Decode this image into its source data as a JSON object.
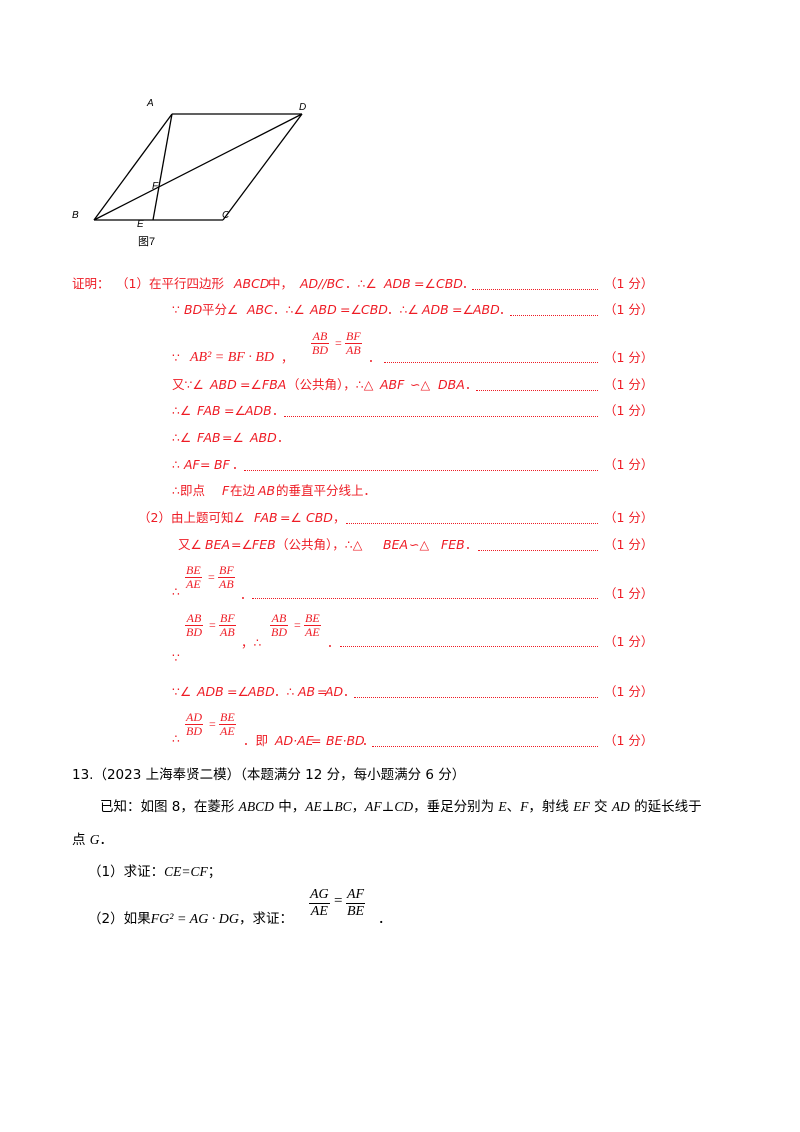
{
  "figure": {
    "labels": {
      "A": "A",
      "D": "D",
      "F": "F",
      "B": "B",
      "E": "E",
      "C": "C"
    },
    "caption": "图7"
  },
  "proof": {
    "label": "证明：",
    "part1_head": "（1）在平行四边形",
    "l1": {
      "t1": "ABCD",
      "t2": " 中，",
      "t3": "AD//BC",
      "t4": "．∴∠",
      "t5": "ADB",
      "t6": "=∠",
      "t7": "CBD",
      "t8": "．"
    },
    "l2": {
      "t1": "∵",
      "t2": "BD",
      "t3": " 平分∠",
      "t4": "ABC",
      "t5": "．∴∠",
      "t6": "ABD",
      "t7": "=∠",
      "t8": "CBD",
      "t9": "．∴∠",
      "t10": "ADB",
      "t11": "=∠",
      "t12": "ABD",
      "t13": "．"
    },
    "l3": {
      "t1": "∵",
      "t2": "AB² = BF · BD",
      "t3": "，",
      "fn": "AB",
      "fd": "BD",
      "eq": "=",
      "gn": "BF",
      "gd": "AB",
      "t4": "．"
    },
    "l4": {
      "t1": "又∵∠",
      "t2": "ABD",
      "t3": "=∠",
      "t4": "FBA",
      "t5": "（公共角），∴△",
      "t6": "ABF",
      "t7": "∽△",
      "t8": "DBA",
      "t9": "．"
    },
    "l5": {
      "t1": "∴∠",
      "t2": "FAB",
      "t3": "=∠",
      "t4": "ADB",
      "t5": "．"
    },
    "l6": {
      "t1": "∴∠",
      "t2": "FAB",
      "t3": " =∠",
      "t4": "ABD",
      "t5": "．"
    },
    "l7": {
      "t1": "∴",
      "t2": "AF",
      "t3": " =",
      "t4": "BF",
      "t5": "．"
    },
    "l8": {
      "t1": "∴即点 ",
      "t2": "F",
      "t3": " 在边 ",
      "t4": "AB",
      "t5": " 的垂直平分线上．"
    },
    "l9": {
      "t1": "（2）由上题可知∠",
      "t2": "FAB",
      "t3": " =∠",
      "t4": "CBD",
      "t5": "，"
    },
    "l10": {
      "t1": "又∠",
      "t2": "BEA",
      "t3": "=∠",
      "t4": "FEB",
      "t5": "（公共角），∴△",
      "t6": "BEA",
      "t7": " ∽△",
      "t8": "FEB",
      "t9": "．"
    },
    "l11": {
      "t1": "∴",
      "fn": "BE",
      "fd": "AE",
      "eq": "=",
      "gn": "BF",
      "gd": "AB",
      "t2": "．"
    },
    "l12": {
      "t1": "∵",
      "fn": "AB",
      "fd": "BD",
      "eq": "=",
      "gn": "BF",
      "gd": "AB",
      "t2": "，∴",
      "hn": "AB",
      "hd": "BD",
      "eq2": "=",
      "in": "BE",
      "id": "AE",
      "t3": "．"
    },
    "l13": {
      "t1": "∵∠",
      "t2": "ADB",
      "t3": "=∠",
      "t4": "ABD",
      "t5": "．∴",
      "t6": "AB",
      "t7": "=",
      "t8": "AD",
      "t9": "．"
    },
    "l14": {
      "t1": "∴",
      "fn": "AD",
      "fd": "BD",
      "eq": "=",
      "gn": "BE",
      "gd": "AE",
      "t2": "．即 ",
      "t3": "AD·AE",
      "t4": " = ",
      "t5": "BE·BD",
      "t6": "．"
    },
    "score": "（1 分）"
  },
  "question": {
    "head": "13.（2023 上海奉贤二模）（本题满分 12 分，每小题满分 6 分）",
    "p1a": "已知：如图 8，在菱形 ",
    "p1b": "ABCD",
    "p1c": " 中，",
    "p1d": "AE⊥BC",
    "p1e": "，",
    "p1f": "AF⊥CD",
    "p1g": "，垂足分别为 ",
    "p1h": "E",
    "p1i": "、",
    "p1j": "F",
    "p1k": "，射线 ",
    "p1l": "EF",
    "p1m": " 交 ",
    "p1n": "AD",
    "p1o": " 的延长线于",
    "p2a": "点 ",
    "p2b": "G",
    "p2c": "．",
    "s1a": "（1）求证：",
    "s1b": "CE=CF",
    "s1c": "；",
    "s2a": "（2）如果",
    "s2b": "FG² = AG · DG",
    "s2c": "，求证：",
    "fn": "AG",
    "fd": "AE",
    "eq": "=",
    "gn": "AF",
    "gd": "BE",
    "s2d": "．"
  }
}
